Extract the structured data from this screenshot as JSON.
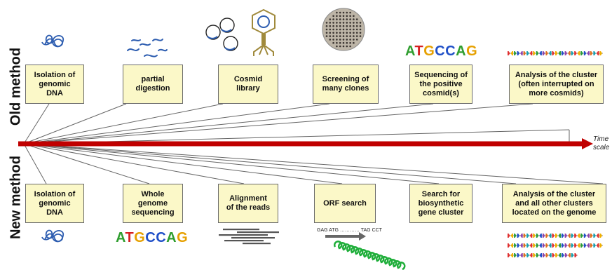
{
  "labels": {
    "old_method": "Old method",
    "new_method": "New method",
    "time_scale": "Time\nscale"
  },
  "old_steps": [
    "Isolation of\ngenomic\nDNA",
    "partial\ndigestion",
    "Cosmid\nlibrary",
    "Screening of\nmany clones",
    "Sequencing of\nthe positive\ncosmid(s)",
    "Analysis of the cluster\n(often interrupted on\nmore cosmids)"
  ],
  "new_steps": [
    "Isolation of\ngenomic\nDNA",
    "Whole\ngenome\nsequencing",
    "Alignment\nof the reads",
    "ORF search",
    "Search for\nbiosynthetic\ngene cluster",
    "Analysis of the cluster\nand all other clusters\nlocated on the genome"
  ],
  "sequence": [
    "A",
    "T",
    "G",
    "C",
    "C",
    "A",
    "G"
  ],
  "orf_text": "GAG ATG ………… TAG CCT",
  "colors": {
    "timeline": "#c00000",
    "box_fill": "#fbf8c8",
    "A": "#2f9e2f",
    "T": "#d62020",
    "G": "#e6a000",
    "C": "#2050c8",
    "dna_blue": "#2d5db0",
    "phage_gold": "#a08a3c",
    "orf_green": "#1fae3a"
  }
}
